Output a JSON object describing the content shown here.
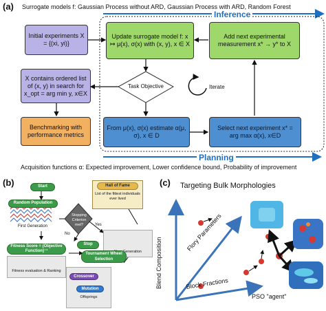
{
  "panel_a": {
    "letter": "(a)",
    "surrogate_caption": "Surrogate models f: Gaussian Process without ARD, Gaussian Process with ARD, Random Forest",
    "inference_label": "Inference",
    "planning_label": "Planning",
    "acquisition_caption": "Acquisition functions α: Expected improvement, Lower confidence bound, Probability of improvement",
    "boxes": {
      "initial": "Initial experiments X = {(xi, yi)}",
      "update": "Update surrogate model f: x ↦ μ(x), σ(x) with (x, y), x ∈ X",
      "add_next": "Add next experimental measurement x* → y* to X",
      "ordered": "X contains ordered list of (x, y) in search for x_opt = arg min y, x∈X",
      "task": "Task Objective",
      "iterate": "Iterate",
      "benchmark": "Benchmarking with performance metrics",
      "estimate": "From μ(x), σ(x) estimate α(μ, σ), x ∈ D",
      "select": "Select next experiment x* = arg max α(x), x∈D"
    }
  },
  "panel_b": {
    "letter": "(b)",
    "start": "Start",
    "hall_of_fame": "Hall of Fame",
    "hall_desc": "List of the fittest individuals ever lived",
    "random_population": "Random Population",
    "first_generation": "First Generation",
    "stopping": "Stopping Criterion met?",
    "no": "No",
    "yes": "Yes",
    "stop": "Stop",
    "new_generation": "New Generation",
    "fitness_score": "Fitness Score = (Objective Function)⁻¹",
    "tournament": "Tournament Wheel Selection",
    "fitness_eval": "Fitness evaluation & Ranking",
    "crossover": "Crossover",
    "mutation": "Mutation",
    "offsprings": "Offsprings"
  },
  "panel_c": {
    "letter": "(c)",
    "title": "Targeting Bulk Morphologies",
    "axis_y": "Blend Composition",
    "axis_diag": "Flory Parameters",
    "axis_x": "Block Fractions",
    "agent": "PSO \"agent\""
  },
  "colors": {
    "purple": "#b9b2e6",
    "green": "#9ed86a",
    "orange": "#f2b061",
    "blue": "#4d8fd0",
    "accent_blue": "#1f6fc0"
  }
}
